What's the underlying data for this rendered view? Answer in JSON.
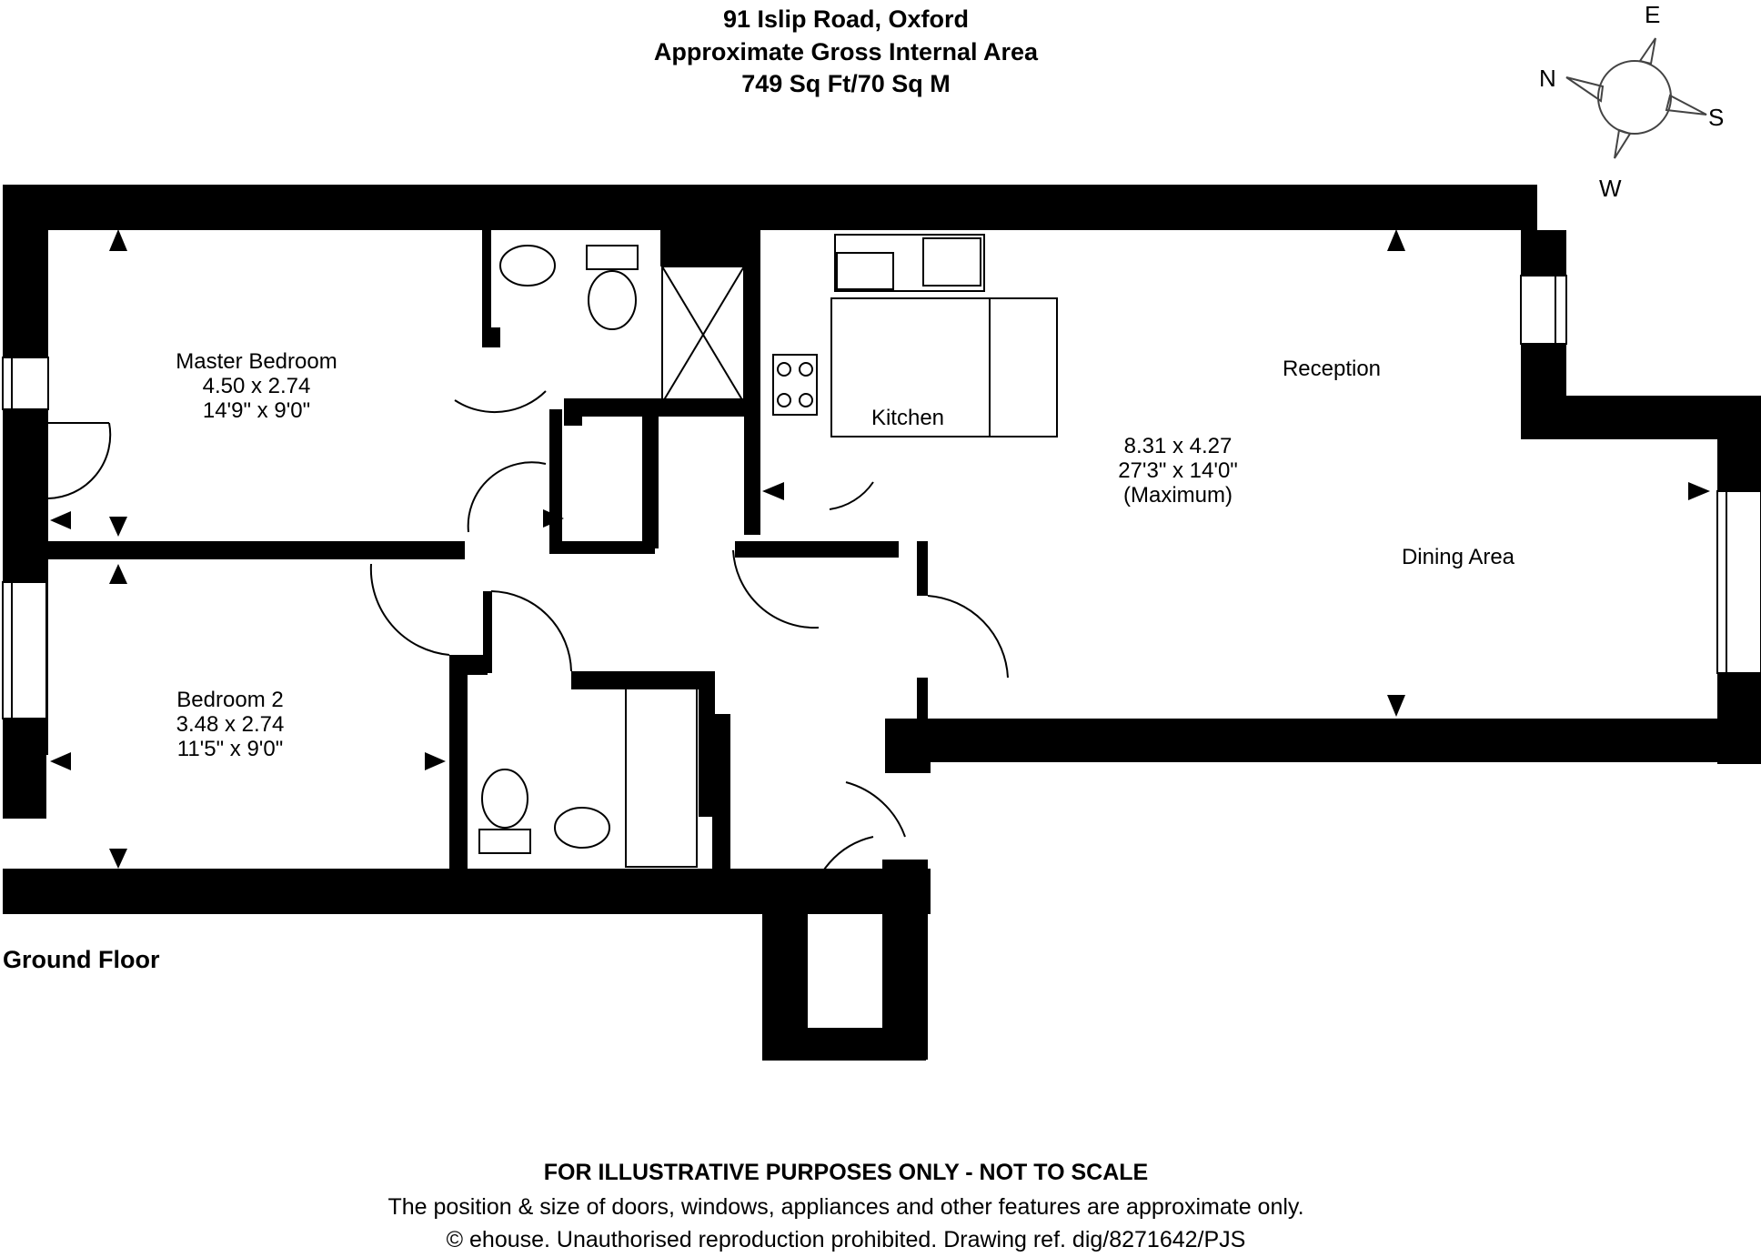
{
  "header": {
    "address": "91 Islip Road, Oxford",
    "area_title": "Approximate Gross Internal Area",
    "area_value": "749 Sq Ft/70 Sq M"
  },
  "compass": {
    "e": "E",
    "n": "N",
    "s": "S",
    "w": "W"
  },
  "rooms": {
    "master_bedroom": {
      "name": "Master Bedroom",
      "metric": "4.50 x 2.74",
      "imperial": "14'9\" x 9'0\""
    },
    "bedroom2": {
      "name": "Bedroom 2",
      "metric": "3.48 x 2.74",
      "imperial": "11'5\" x 9'0\""
    },
    "kitchen": {
      "name": "Kitchen"
    },
    "reception": {
      "name": "Reception",
      "metric": "8.31 x 4.27",
      "imperial": "27'3\" x 14'0\"",
      "note": "(Maximum)"
    },
    "dining": {
      "name": "Dining Area"
    }
  },
  "floor_label": "Ground Floor",
  "footer": {
    "disclaimer": "FOR ILLUSTRATIVE PURPOSES ONLY - NOT TO SCALE",
    "line2": "The position & size of doors, windows, appliances and other features are approximate only.",
    "line3": "© ehouse. Unauthorised reproduction prohibited. Drawing ref. dig/8271642/PJS"
  }
}
